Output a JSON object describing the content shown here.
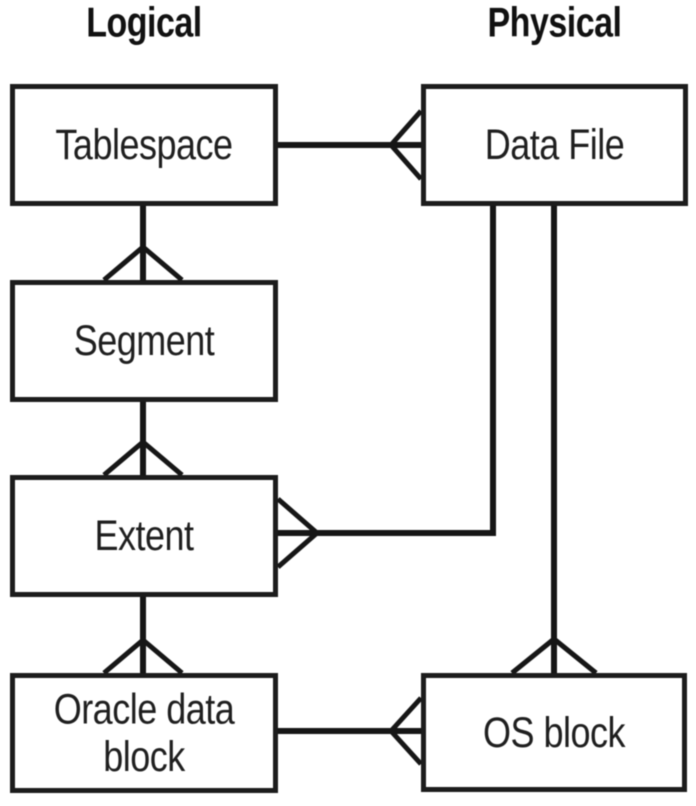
{
  "diagram": {
    "title_left": "Logical",
    "title_right": "Physical",
    "nodes": [
      {
        "id": "tablespace",
        "label": "Tablespace",
        "column": "logical"
      },
      {
        "id": "segment",
        "label": "Segment",
        "column": "logical"
      },
      {
        "id": "extent",
        "label": "Extent",
        "column": "logical"
      },
      {
        "id": "oracle-data-block",
        "label": "Oracle data block",
        "column": "logical"
      },
      {
        "id": "data-file",
        "label": "Data File",
        "column": "physical"
      },
      {
        "id": "os-block",
        "label": "OS block",
        "column": "physical"
      }
    ],
    "edges": [
      {
        "from": "Tablespace",
        "to": "Data File",
        "cardinality": "one-to-many",
        "many_end": "Data File"
      },
      {
        "from": "Tablespace",
        "to": "Segment",
        "cardinality": "one-to-many",
        "many_end": "Segment"
      },
      {
        "from": "Segment",
        "to": "Extent",
        "cardinality": "one-to-many",
        "many_end": "Extent"
      },
      {
        "from": "Extent",
        "to": "Oracle data block",
        "cardinality": "one-to-many",
        "many_end": "Oracle data block"
      },
      {
        "from": "Data File",
        "to": "Extent",
        "cardinality": "one-to-many",
        "many_end": "Extent"
      },
      {
        "from": "Data File",
        "to": "OS block",
        "cardinality": "one-to-many",
        "many_end": "OS block"
      },
      {
        "from": "Oracle data block",
        "to": "OS block",
        "cardinality": "one-to-many",
        "many_end": "OS block"
      }
    ],
    "colors": {
      "line": "#161616",
      "box_background": "#ffffff",
      "text": "#1f1f1f",
      "page_background": "#ffffff"
    }
  }
}
